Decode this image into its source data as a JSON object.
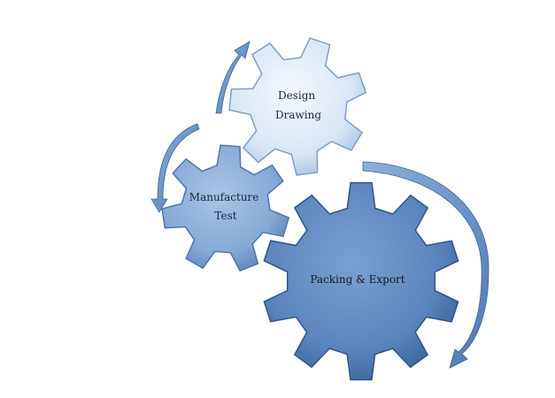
{
  "diagram": {
    "gears": [
      {
        "id": "design",
        "lines": [
          "Design",
          "Drawing"
        ]
      },
      {
        "id": "manufacture",
        "lines": [
          "Manufacture",
          "Test"
        ]
      },
      {
        "id": "packing",
        "lines": [
          "Packing & Export"
        ]
      }
    ]
  },
  "colors": {
    "gear_light": "#dce8f5",
    "gear_mid": "#8fb0d8",
    "gear_dark": "#5a84bd",
    "arrow": "#5f8ac4",
    "arrow_edge": "#3d6699"
  }
}
